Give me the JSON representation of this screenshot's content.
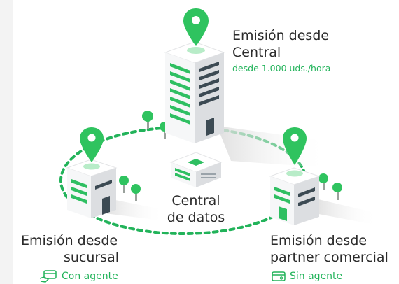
{
  "nodes": {
    "central": {
      "title_line1": "Emisión desde",
      "title_line2": "Central",
      "detail": "desde 1.000 uds./hora"
    },
    "branch": {
      "title_line1": "Emisión desde",
      "title_line2": "sucursal",
      "tag_icon": "card-hand-icon",
      "tag": "Con agente"
    },
    "partner": {
      "title_line1": "Emisión desde",
      "title_line2": "partner comercial",
      "tag_icon": "card-icon",
      "tag": "Sin agente"
    },
    "datacenter": {
      "line1": "Central",
      "line2": "de datos"
    }
  },
  "colors": {
    "accent": "#22b35a",
    "pin": "#2fc35f",
    "text": "#2b2b2b",
    "building": "#f4f5f6",
    "building_shadow": "#d9dadd"
  }
}
